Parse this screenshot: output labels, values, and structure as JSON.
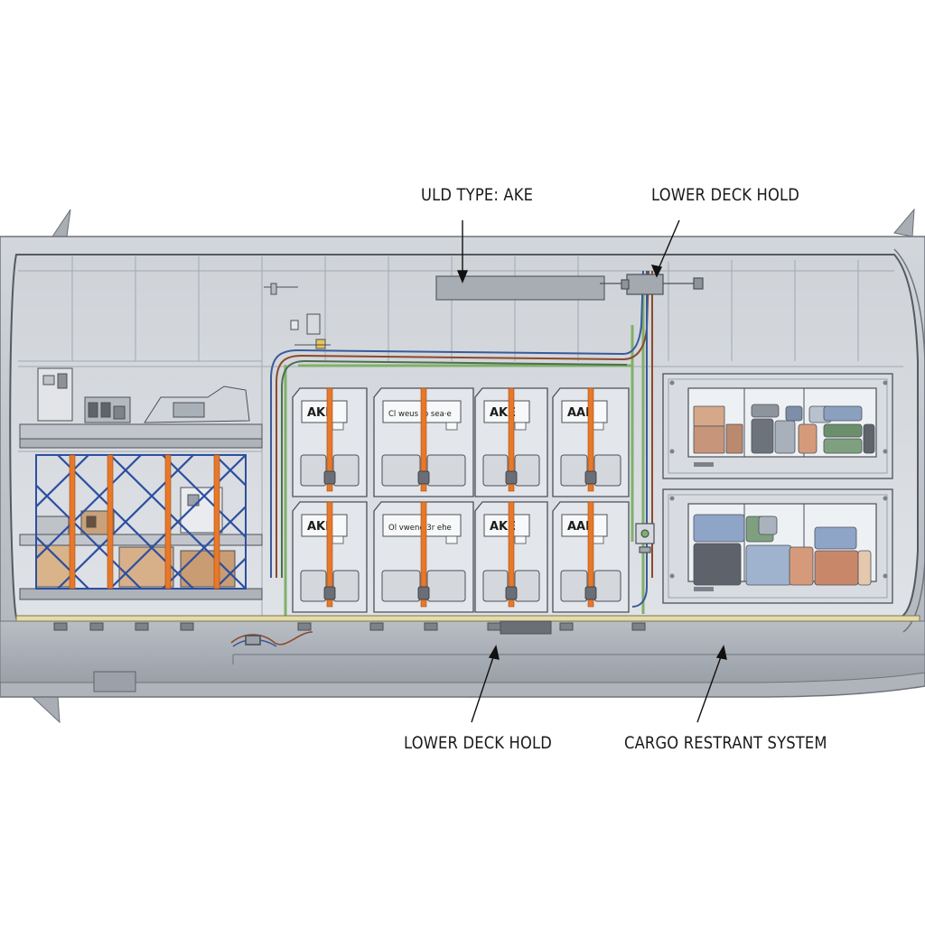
{
  "callouts": {
    "uld_type": "ULD TYPE: AKE",
    "lower_deck_top": "LOWER DECK HOLD",
    "lower_deck_bottom": "LOWER DECK HOLD",
    "restraint": "CARGO RESTRANT SYSTEM"
  },
  "containers": {
    "top": [
      {
        "label": "AKE"
      },
      {
        "label": "Cl weus to sea·e"
      },
      {
        "label": "AKE"
      },
      {
        "label": "AAP"
      }
    ],
    "bottom": [
      {
        "label": "AKE"
      },
      {
        "label": "Ol vwene 3r ehe"
      },
      {
        "label": "AKE"
      },
      {
        "label": "AAP"
      }
    ]
  },
  "colors": {
    "fuselage": "#c4c8ce",
    "interior": "#d9dde2",
    "strap": "#e8782a",
    "net": "#2c4fa0",
    "pipe_green": "#7fb069",
    "floor_rail": "#e6dba8"
  }
}
